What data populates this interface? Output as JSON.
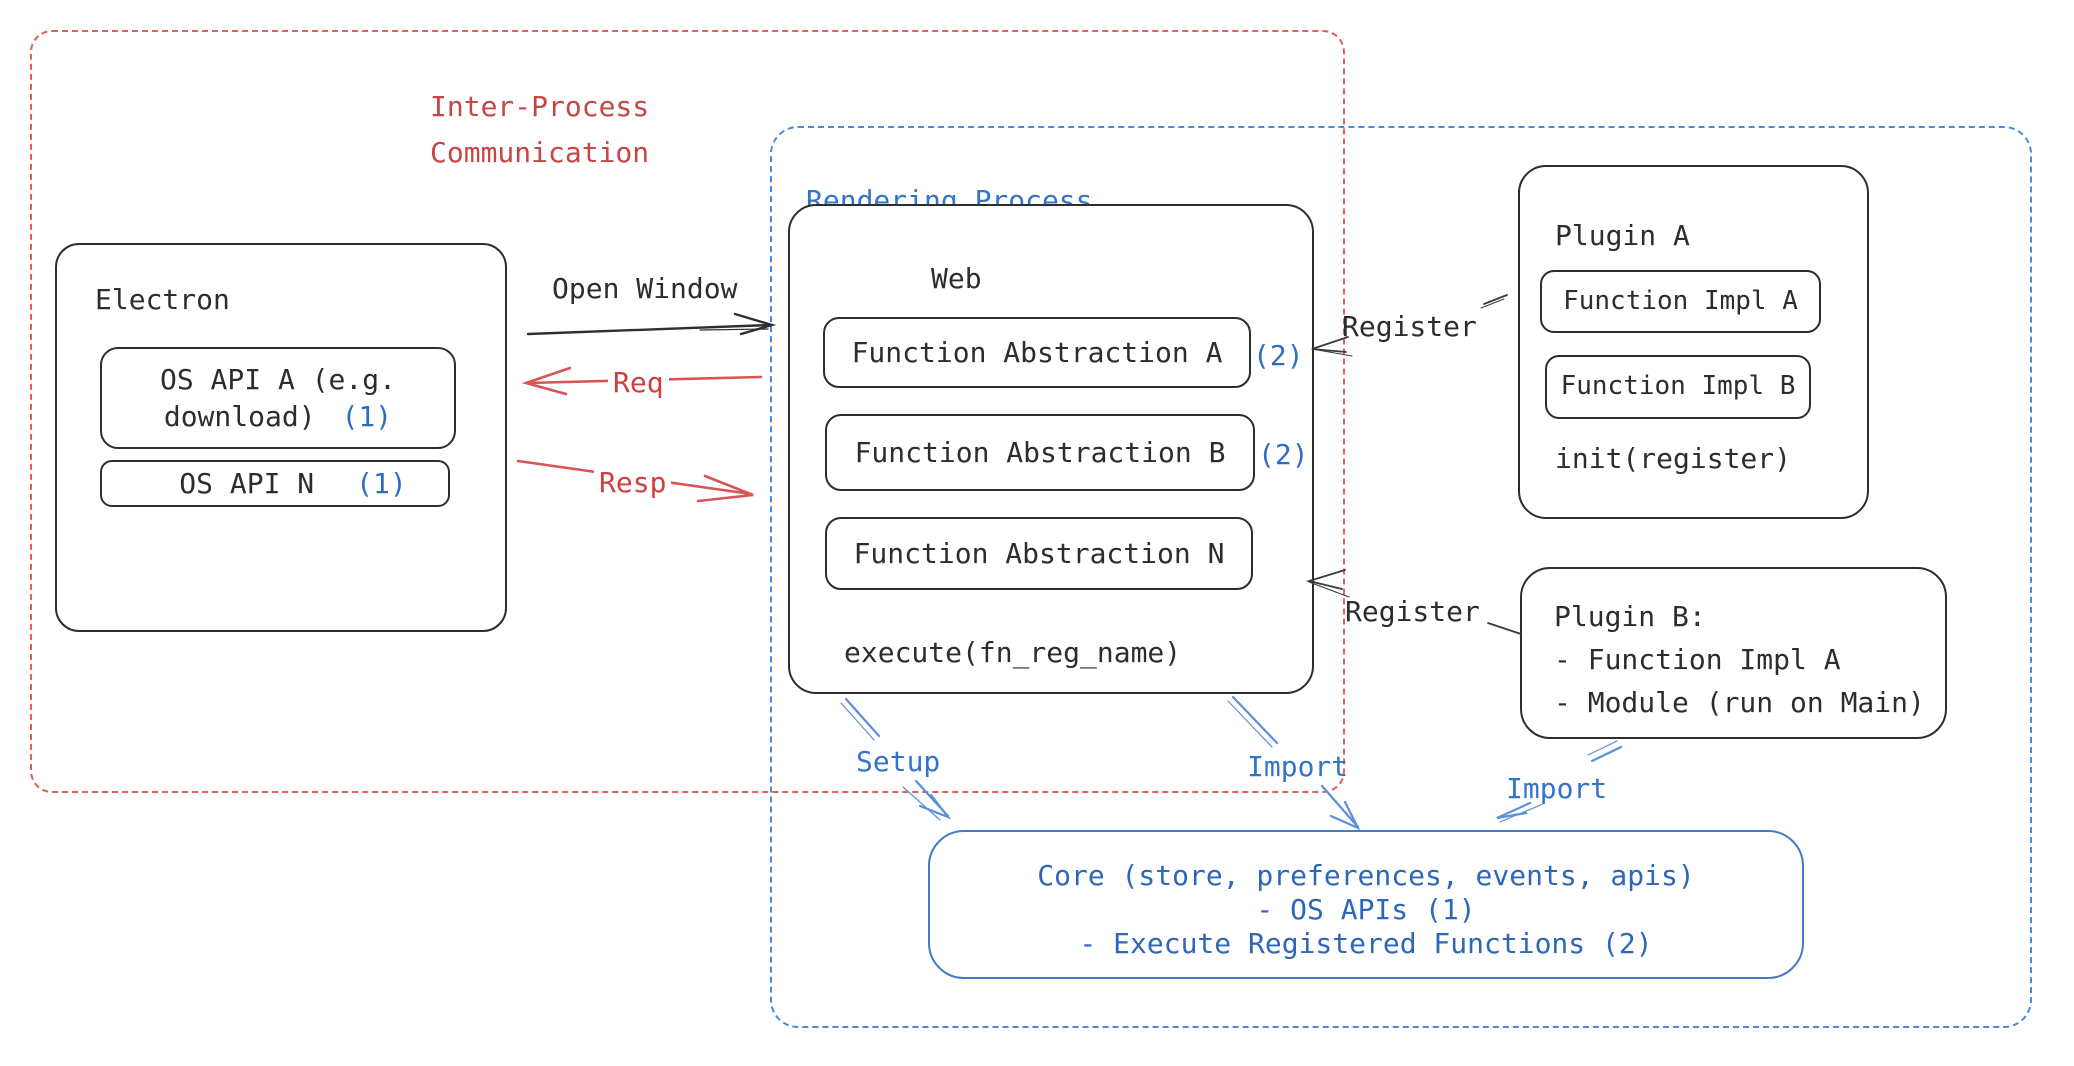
{
  "ipc": {
    "line1": "Inter-Process",
    "line2": "Communication"
  },
  "rendering": {
    "label": "Rendering Process"
  },
  "electron": {
    "title": "Electron",
    "os_api_a": {
      "line1": "OS API A (e.g.",
      "line2": "download)",
      "badge": "(1)"
    },
    "os_api_n": {
      "label": "OS API N",
      "badge": "(1)"
    }
  },
  "arrows": {
    "open_window": "Open Window",
    "req": "Req",
    "resp": "Resp"
  },
  "web": {
    "title": "Web",
    "abstractions": [
      {
        "label": "Function Abstraction A",
        "badge": "(2)"
      },
      {
        "label": "Function Abstraction B",
        "badge": "(2)"
      },
      {
        "label": "Function Abstraction N",
        "badge": ""
      }
    ],
    "execute": "execute(fn_reg_name)"
  },
  "registers": {
    "top": "Register",
    "bottom": "Register"
  },
  "plugin_a": {
    "title": "Plugin A",
    "impl_a": "Function Impl A",
    "impl_b": "Function Impl B",
    "init": "init(register)"
  },
  "plugin_b": {
    "title": "Plugin B:",
    "items": [
      "- Function Impl A",
      "- Module (run on Main)"
    ]
  },
  "flows": {
    "setup": "Setup",
    "import_web": "Import",
    "import_plugin_b": "Import"
  },
  "core": {
    "line1": "Core (store, preferences, events, apis)",
    "line2": "- OS APIs (1)",
    "line3": "- Execute Registered Functions (2)"
  },
  "colors": {
    "red_dash": "#e25d5d",
    "red_text": "#c64646",
    "red_arrow": "#d95454",
    "blue_dash": "#4a8ad8",
    "blue_text": "#3374cb",
    "badge_blue": "#2e6cc4",
    "core_border": "#3f7bca",
    "core_text": "#2e66ba",
    "blue_arrow": "#5b8fd9",
    "ink": "#2d2d2d"
  }
}
